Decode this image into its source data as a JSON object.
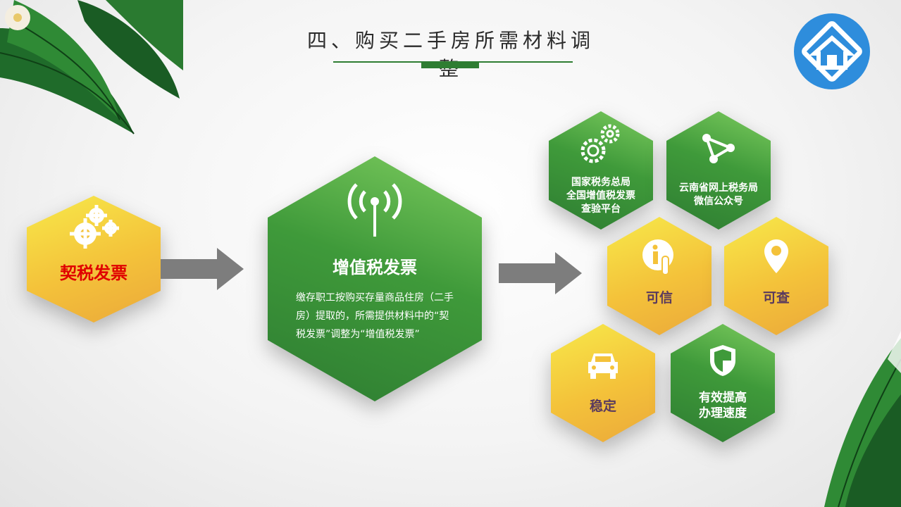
{
  "title": "四、购买二手房所需材料调整",
  "left_hex": {
    "label": "契税发票",
    "icon": "gears-icon"
  },
  "center_hex": {
    "label": "增值税发票",
    "icon": "signal-antenna-icon",
    "description": "缴存职工按购买存量商品住房（二手房）提取的，所需提供材料中的“契税发票”调整为“增值税发票”"
  },
  "right_hexes": {
    "national": {
      "line1": "国家税务总局",
      "line2": "全国增值税发票",
      "line3": "查验平台",
      "icon": "gears-icon"
    },
    "yunnan": {
      "line1": "云南省网上税务局",
      "line2": "微信公众号",
      "icon": "share-nodes-icon"
    },
    "trusted": {
      "label": "可信",
      "icon": "info-hand-icon"
    },
    "checkable": {
      "label": "可查",
      "icon": "location-pin-icon"
    },
    "stable": {
      "label": "稳定",
      "icon": "car-icon"
    },
    "efficient": {
      "line1": "有效提高",
      "line2": "办理速度",
      "icon": "shield-icon"
    }
  },
  "colors": {
    "green": "#2e7d32",
    "yellow": "#f4c23a",
    "red": "#e00000",
    "logo_blue": "#2e8ddc"
  }
}
